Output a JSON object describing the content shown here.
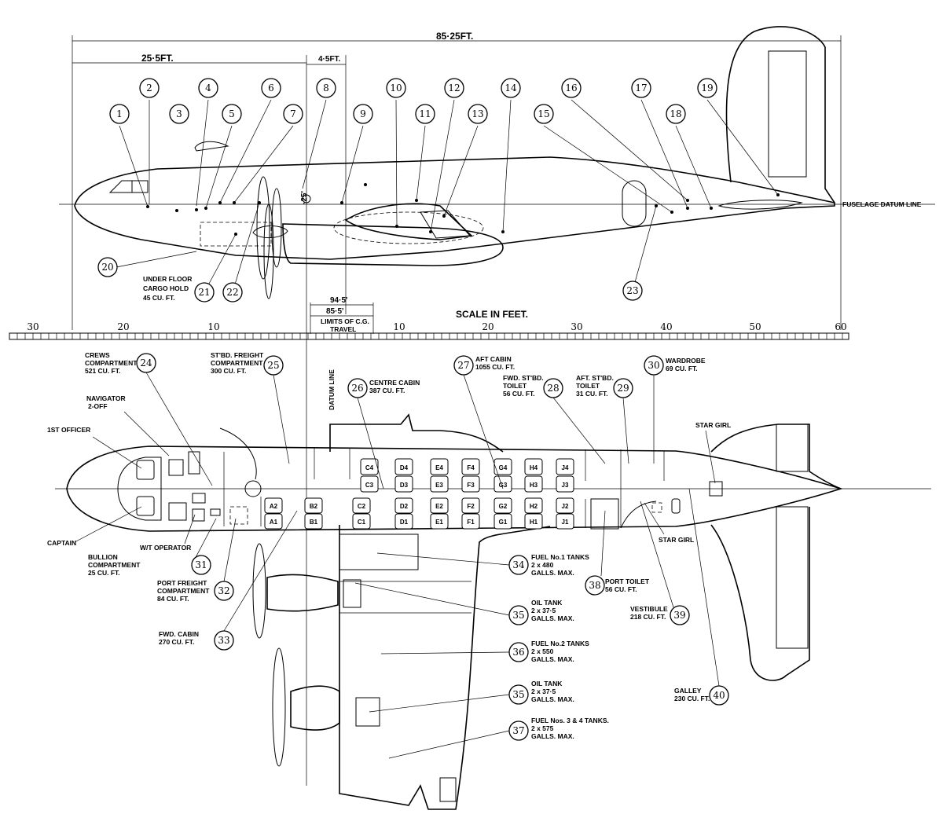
{
  "dimensions": {
    "overall": "85·25FT.",
    "nose_to_datum": "25·5FT.",
    "datum_offset": "4·5FT.",
    "cg_fwd": "94·5'",
    "cg_aft": "85·5'",
    "cg_limits": "LIMITS OF C.G.",
    "cg_travel": "TRAVEL",
    "vertical": "·25'"
  },
  "scale": {
    "title": "SCALE IN FEET.",
    "ticks": [
      "30",
      "20",
      "10",
      "10",
      "20",
      "30",
      "40",
      "50",
      "60"
    ]
  },
  "side_labels": {
    "fuselage_datum_line": "FUSELAGE DATUM LINE",
    "under_floor_1": "UNDER FLOOR",
    "under_floor_2": "CARGO HOLD",
    "under_floor_3": "45 CU. FT."
  },
  "datum_line": "DATUM LINE",
  "side_callouts": [
    "1",
    "2",
    "3",
    "4",
    "5",
    "6",
    "7",
    "8",
    "9",
    "10",
    "11",
    "12",
    "13",
    "14",
    "15",
    "16",
    "17",
    "18",
    "19",
    "20",
    "21",
    "22",
    "23"
  ],
  "plan_callouts": {
    "c24": {
      "num": "24",
      "l1": "CREWS",
      "l2": "COMPARTMENT",
      "l3": "521 CU. FT."
    },
    "c25": {
      "num": "25",
      "l1": "ST'BD. FREIGHT",
      "l2": "COMPARTMENT",
      "l3": "300 CU. FT."
    },
    "c26": {
      "num": "26",
      "l1": "CENTRE CABIN",
      "l2": "387 CU. FT."
    },
    "c27": {
      "num": "27",
      "l1": "AFT CABIN",
      "l2": "1055 CU. FT."
    },
    "c28": {
      "num": "28",
      "l1": "FWD. ST'BD.",
      "l2": "TOILET",
      "l3": "56 CU. FT."
    },
    "c29": {
      "num": "29",
      "l1": "AFT. ST'BD.",
      "l2": "TOILET",
      "l3": "31 CU. FT."
    },
    "c30": {
      "num": "30",
      "l1": "WARDROBE",
      "l2": "69 CU. FT."
    },
    "c31": {
      "num": "31",
      "l1": "BULLION",
      "l2": "COMPARTMENT",
      "l3": "25 CU. FT."
    },
    "c32": {
      "num": "32",
      "l1": "PORT FREIGHT",
      "l2": "COMPARTMENT",
      "l3": "84 CU. FT."
    },
    "c33": {
      "num": "33",
      "l1": "FWD. CABIN",
      "l2": "270 CU. FT."
    },
    "c34": {
      "num": "34",
      "l1": "FUEL No.1 TANKS",
      "l2": "2 x 480",
      "l3": "GALLS. MAX."
    },
    "c35a": {
      "num": "35",
      "l1": "OIL TANK",
      "l2": "2 x 37·5",
      "l3": "GALLS. MAX."
    },
    "c36": {
      "num": "36",
      "l1": "FUEL No.2 TANKS",
      "l2": "2 x 550",
      "l3": "GALLS. MAX."
    },
    "c35b": {
      "num": "35",
      "l1": "OIL TANK",
      "l2": "2 x 37·5",
      "l3": "GALLS. MAX."
    },
    "c37": {
      "num": "37",
      "l1": "FUEL Nos. 3 & 4 TANKS.",
      "l2": "2 x 575",
      "l3": "GALLS. MAX."
    },
    "c38": {
      "num": "38",
      "l1": "PORT TOILET",
      "l2": "56 CU. FT."
    },
    "c39": {
      "num": "39",
      "l1": "VESTIBULE",
      "l2": "218 CU. FT."
    },
    "c40": {
      "num": "40",
      "l1": "GALLEY",
      "l2": "230 CU. FT."
    }
  },
  "crew_labels": {
    "first_officer": "1ST OFFICER",
    "navigator": "NAVIGATOR",
    "navigator_sub": "2-OFF",
    "captain": "CAPTAIN",
    "wt_operator": "W/T OPERATOR",
    "star_girl_1": "STAR GIRL",
    "star_girl_2": "STAR GIRL"
  },
  "seats_upper": [
    "C4",
    "C3",
    "D4",
    "D3",
    "E4",
    "E3",
    "F4",
    "F3",
    "G4",
    "G3",
    "H4",
    "H3",
    "J4",
    "J3"
  ],
  "seats_lower": [
    "A2",
    "A1",
    "B2",
    "B1",
    "C2",
    "C1",
    "D2",
    "D1",
    "E2",
    "E1",
    "F2",
    "F1",
    "G2",
    "G1",
    "H2",
    "H1",
    "J2",
    "J1"
  ]
}
